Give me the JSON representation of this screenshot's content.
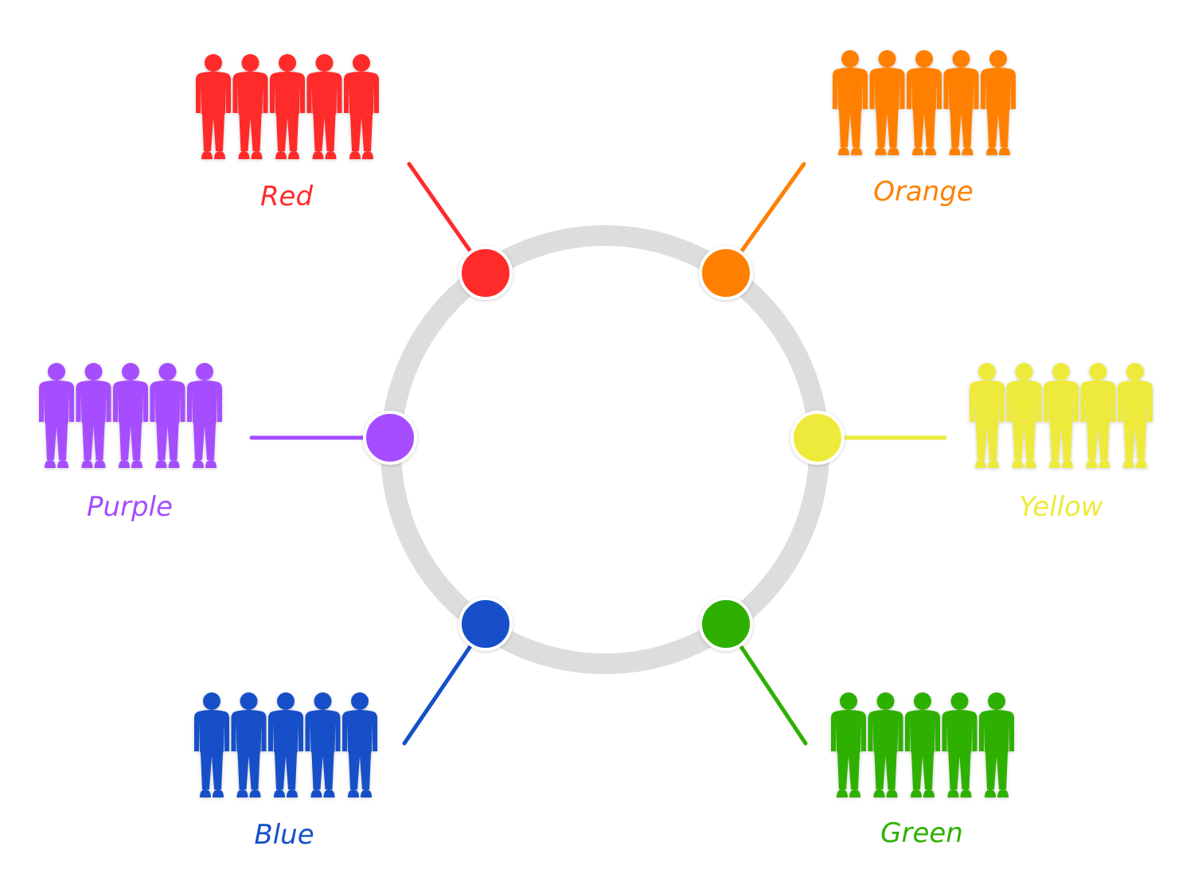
{
  "groups": [
    {
      "label": "Red",
      "color": "#ff2a2a",
      "people": 5
    },
    {
      "label": "Orange",
      "color": "#ff8000",
      "people": 5
    },
    {
      "label": "Yellow",
      "color": "#eeea3a",
      "people": 5
    },
    {
      "label": "Green",
      "color": "#2eb000",
      "people": 5
    },
    {
      "label": "Blue",
      "color": "#1450c8",
      "people": 5
    },
    {
      "label": "Purple",
      "color": "#a64dff",
      "people": 5
    }
  ],
  "ring_color": "#dddddd"
}
